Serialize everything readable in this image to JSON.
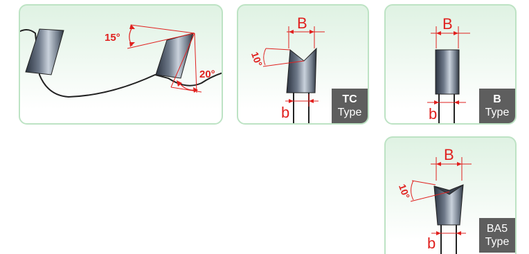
{
  "panels": {
    "blade": {
      "angle_top": "15°",
      "angle_right": "20°"
    },
    "tc": {
      "width_upper": "B",
      "width_lower": "b",
      "angle": "10°",
      "type_name": "TC",
      "type_word": "Type"
    },
    "b": {
      "width_upper": "B",
      "width_lower": "b",
      "type_name": "B",
      "type_word": "Type"
    },
    "ba5": {
      "width_upper": "B",
      "width_lower": "b",
      "angle": "10°",
      "type_name": "BA5",
      "type_word": "Type"
    }
  },
  "colors": {
    "panel_border": "#bde3c4",
    "dimension_red": "#e0201e",
    "badge_bg": "#5e5e5e"
  }
}
